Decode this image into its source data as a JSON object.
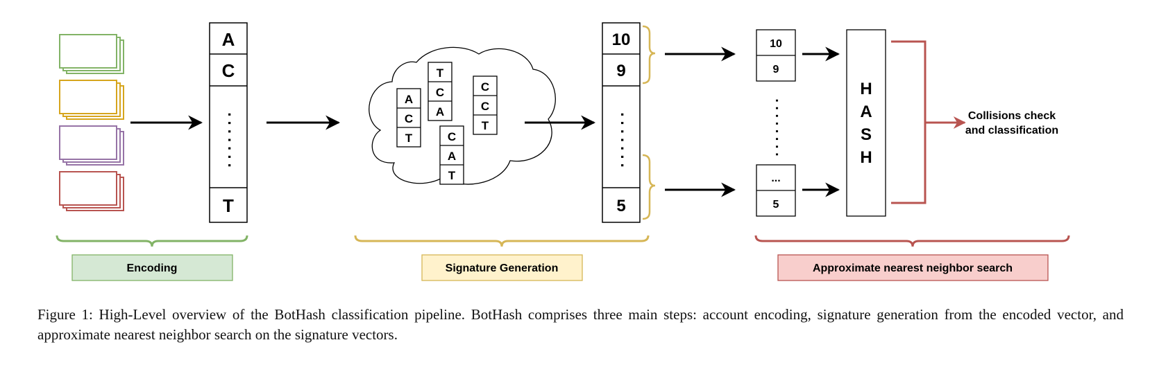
{
  "encoding": {
    "stack_colors": [
      "#82b366",
      "#d6a51d",
      "#9673a6",
      "#b85450"
    ],
    "vector_top": [
      "A",
      "C"
    ],
    "vector_bottom": "T",
    "ellipsis": ". . . . . . .",
    "stage_label": "Encoding",
    "stage_color": "#82b366",
    "stage_fill": "#d5e8d4"
  },
  "signature": {
    "kmers": [
      [
        "A",
        "C",
        "T"
      ],
      [
        "T",
        "C",
        "A"
      ],
      [
        "C",
        "C",
        "T"
      ],
      [
        "C",
        "A",
        "T"
      ]
    ],
    "vector_top": [
      "10",
      "9"
    ],
    "vector_bottom": "5",
    "ellipsis": ". . . . . . .",
    "stage_label": "Signature Generation",
    "stage_color": "#d6b656",
    "stage_fill": "#fff2cc"
  },
  "ann": {
    "band_top": [
      "10",
      "9"
    ],
    "band_bottom": [
      "...",
      "5"
    ],
    "band_dots": ". . . . . . . .",
    "hash_letters": [
      "H",
      "A",
      "S",
      "H"
    ],
    "result_line1": "Collisions check",
    "result_line2": "and classification",
    "stage_label": "Approximate nearest neighbor search",
    "stage_color": "#b85450",
    "stage_fill": "#f8cecc"
  },
  "caption": "Figure 1: High-Level overview of the BotHash classification pipeline. BotHash comprises three main steps: account encoding, signature generation from the encoded vector, and approximate nearest neighbor search on the signature vectors."
}
